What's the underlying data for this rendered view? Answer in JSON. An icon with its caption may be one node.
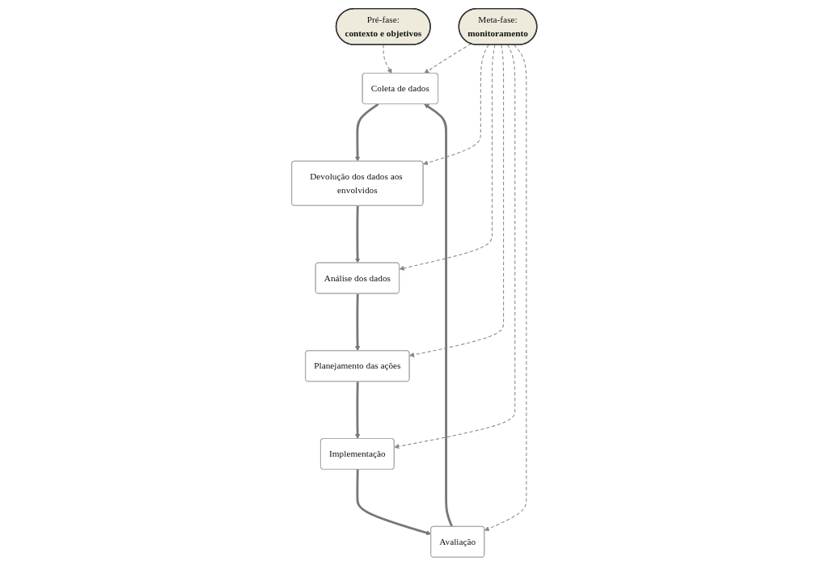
{
  "diagram": {
    "nodes": [
      {
        "text": [
          "Pré-fase:",
          "contexto e objetivos"
        ]
      },
      {
        "text": [
          "Coleta de dados"
        ]
      },
      {
        "text": [
          "Devolução dos dados aos envolvidos"
        ]
      },
      {
        "text": [
          "Análise dos dados"
        ]
      },
      {
        "text": [
          "Planejamento das ações"
        ]
      },
      {
        "text": [
          "Implementação"
        ]
      },
      {
        "text": [
          "Avaliação"
        ]
      },
      {
        "text": [
          "Meta-fase:",
          "monitoramento"
        ]
      }
    ],
    "edges": [
      {
        "from": 0,
        "to": 1,
        "arrow": "to",
        "style": "dashed"
      },
      {
        "from": 1,
        "to": 2,
        "arrow": "to",
        "style": "thick"
      },
      {
        "from": 2,
        "to": 3,
        "arrow": "to",
        "style": "thick"
      },
      {
        "from": 3,
        "to": 4,
        "arrow": "to",
        "style": "thick"
      },
      {
        "from": 4,
        "to": 5,
        "arrow": "to",
        "style": "thick"
      },
      {
        "from": 5,
        "to": 6,
        "arrow": "to",
        "style": "thick"
      },
      {
        "from": 6,
        "to": 1,
        "arrow": "to",
        "style": "thick"
      },
      {
        "from": 7,
        "to": 1,
        "arrow": "to",
        "style": "dashed"
      },
      {
        "from": 7,
        "to": 2,
        "arrow": "to",
        "style": "dashed"
      },
      {
        "from": 7,
        "to": 3,
        "arrow": "to",
        "style": "dashed"
      },
      {
        "from": 7,
        "to": 4,
        "arrow": "to",
        "style": "dashed"
      },
      {
        "from": 7,
        "to": 5,
        "arrow": "to",
        "style": "dashed"
      },
      {
        "from": 7,
        "to": 6,
        "arrow": "to",
        "style": "dashed"
      }
    ]
  }
}
